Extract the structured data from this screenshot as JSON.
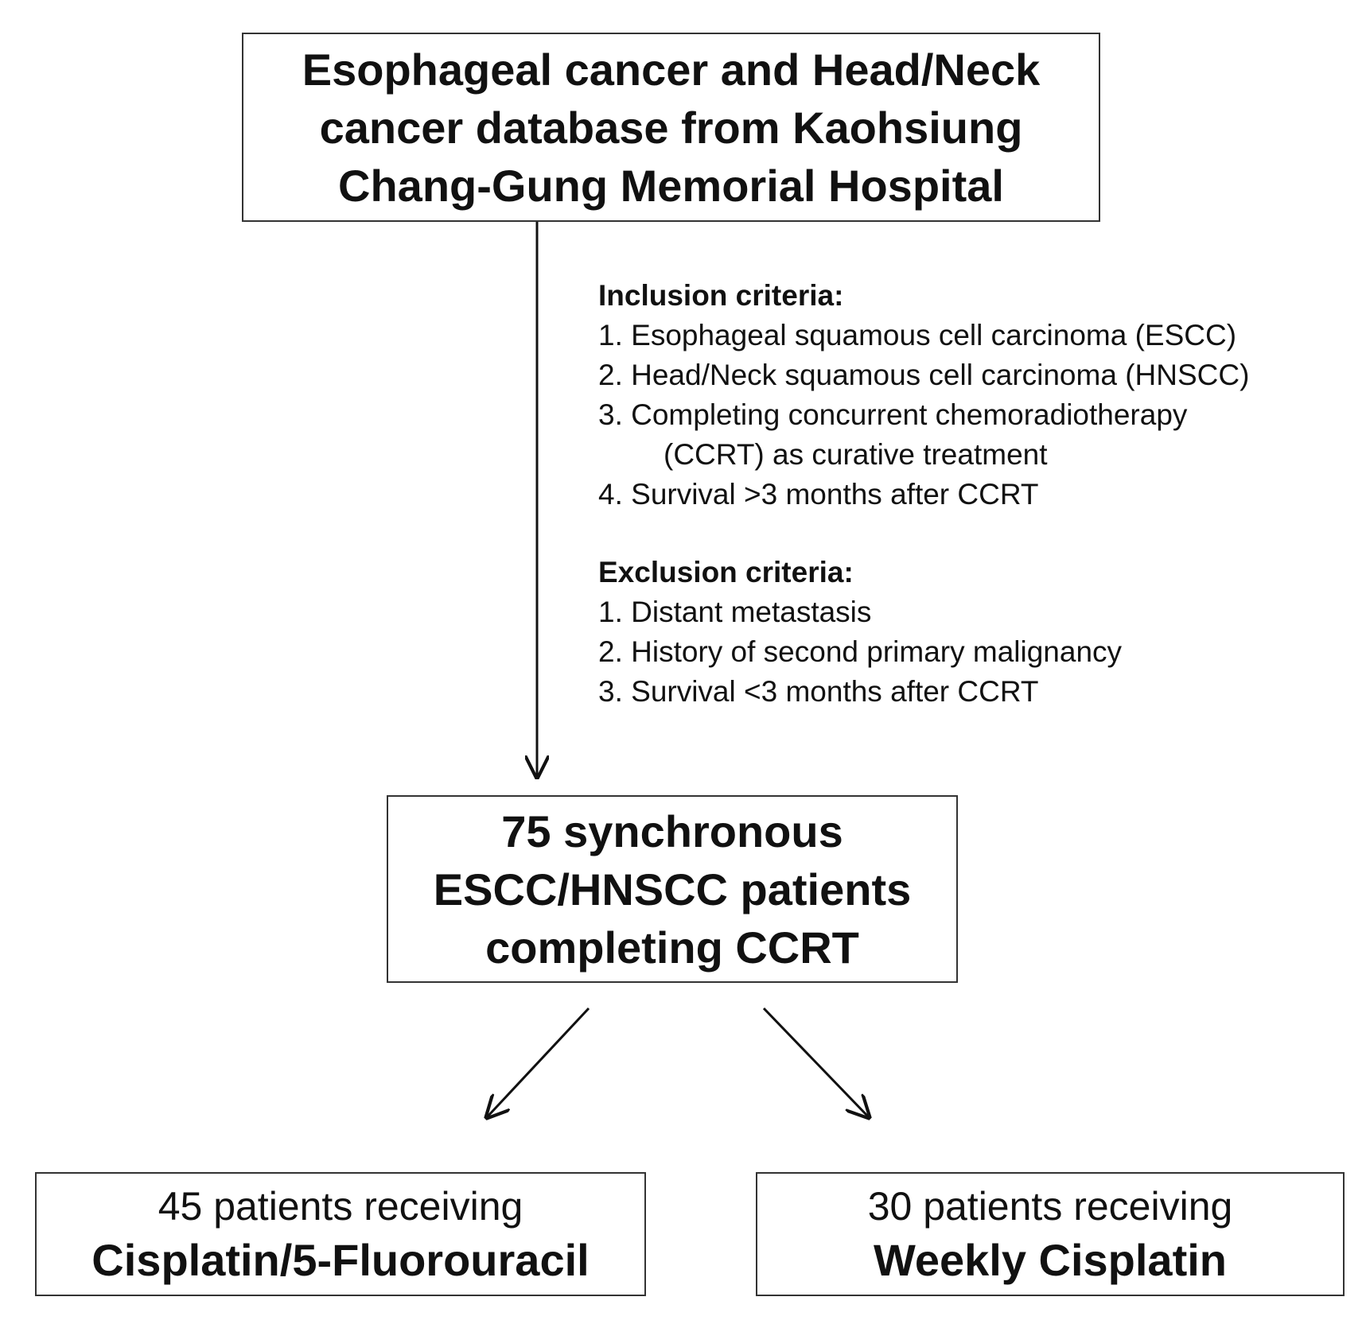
{
  "source_box": {
    "lines": [
      "Esophageal cancer and Head/Neck",
      "cancer database from Kaohsiung",
      "Chang-Gung Memorial Hospital"
    ]
  },
  "inclusion": {
    "heading": "Inclusion criteria:",
    "items": [
      "1. Esophageal squamous cell carcinoma (ESCC)",
      "2. Head/Neck squamous cell carcinoma (HNSCC)",
      "3. Completing concurrent chemoradiotherapy",
      "(CCRT) as curative treatment",
      "4.  Survival >3 months after CCRT"
    ]
  },
  "exclusion": {
    "heading": "Exclusion criteria:",
    "items": [
      "1. Distant metastasis",
      "2. History of second primary malignancy",
      "3. Survival <3 months after CCRT"
    ]
  },
  "cohort_box": {
    "lines": [
      "75 synchronous",
      "ESCC/HNSCC patients",
      "completing CCRT"
    ]
  },
  "arms": {
    "left": {
      "top": "45 patients receiving",
      "bottom": "Cisplatin/5-Fluorouracil"
    },
    "right": {
      "top": "30 patients receiving",
      "bottom": "Weekly Cisplatin"
    }
  }
}
